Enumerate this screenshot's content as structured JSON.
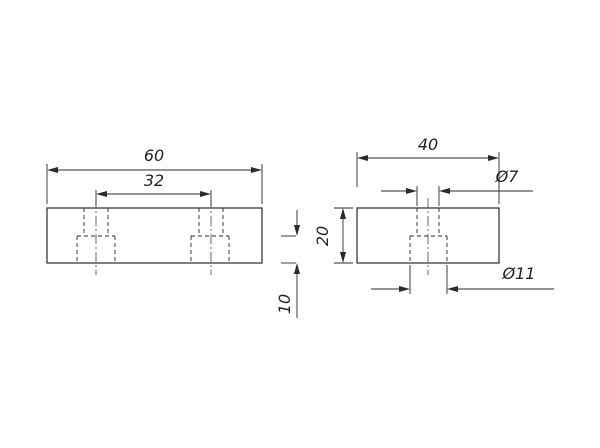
{
  "front_view": {
    "overall_width": "60",
    "hole_spacing": "32"
  },
  "side_view": {
    "width": "40",
    "height": "20",
    "depth": "10",
    "hole_diameter": "Ø7",
    "counterbore_diameter": "Ø11"
  },
  "colors": {
    "line": "#2a2a2a",
    "background": "#ffffff"
  }
}
